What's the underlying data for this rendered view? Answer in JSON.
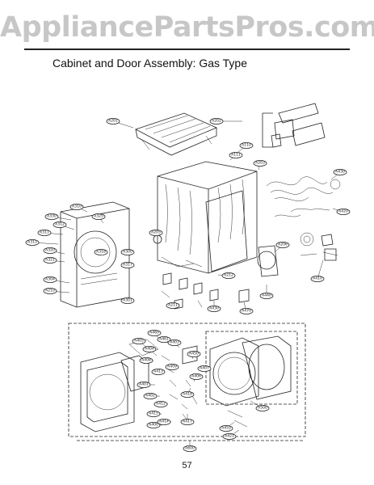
{
  "watermark": "AppliancePartsPros.com",
  "title": "Cabinet and Door Assembly: Gas Type",
  "page_number": "57",
  "callouts": [
    {
      "label": "A201"
    },
    {
      "label": "A202"
    },
    {
      "label": "A110"
    },
    {
      "label": "A111"
    },
    {
      "label": "A203"
    },
    {
      "label": "A430"
    },
    {
      "label": "A330"
    },
    {
      "label": "A310"
    },
    {
      "label": "A312"
    },
    {
      "label": "A311"
    },
    {
      "label": "A315"
    },
    {
      "label": "A325"
    },
    {
      "label": "A320"
    },
    {
      "label": "A321"
    },
    {
      "label": "A318"
    },
    {
      "label": "A300"
    },
    {
      "label": "A205"
    },
    {
      "label": "A206"
    },
    {
      "label": "A317"
    },
    {
      "label": "A304"
    },
    {
      "label": "A210"
    },
    {
      "label": "A212"
    },
    {
      "label": "A211"
    },
    {
      "label": "A301"
    },
    {
      "label": "A420"
    },
    {
      "label": "A410"
    },
    {
      "label": "A440"
    },
    {
      "label": "A470"
    },
    {
      "label": "A430"
    },
    {
      "label": "A500"
    },
    {
      "label": "A600"
    },
    {
      "label": "A405"
    },
    {
      "label": "A404"
    },
    {
      "label": "A460"
    },
    {
      "label": "A461"
    },
    {
      "label": "A403"
    },
    {
      "label": "A408"
    },
    {
      "label": "A413"
    },
    {
      "label": "A409"
    },
    {
      "label": "A401"
    },
    {
      "label": "A402"
    },
    {
      "label": "A412"
    },
    {
      "label": "A415"
    },
    {
      "label": "A414"
    },
    {
      "label": "A417"
    },
    {
      "label": "A418"
    },
    {
      "label": "A406"
    },
    {
      "label": "A407"
    },
    {
      "label": "A450"
    },
    {
      "label": "A455"
    },
    {
      "label": "A421"
    },
    {
      "label": "A400"
    }
  ]
}
